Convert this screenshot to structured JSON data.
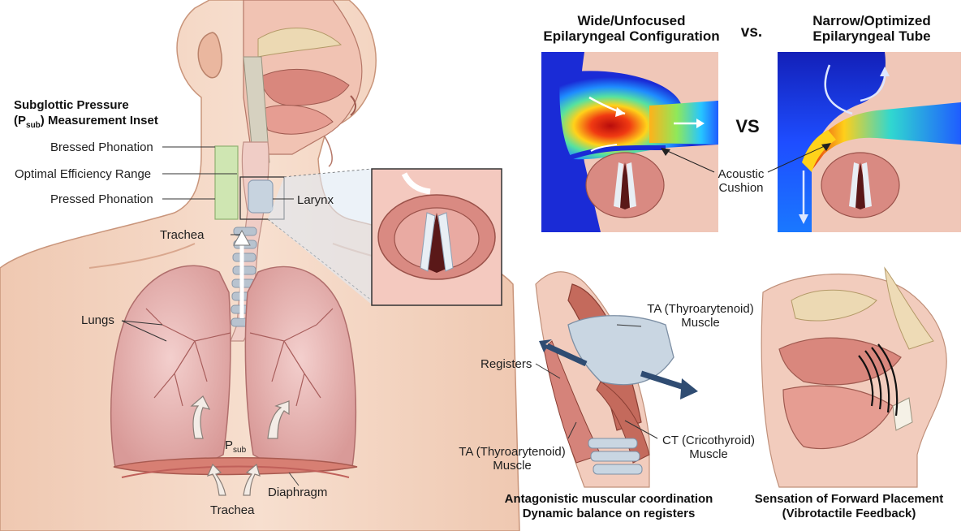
{
  "inset": {
    "title_line1": "Subglottic Pressure",
    "title_p": "P",
    "title_sub": "sub",
    "title_rest": "Measurement Inset",
    "levels": [
      "Bressed Phonation",
      "Optimal Efficiency Range",
      "Pressed Phonation"
    ]
  },
  "anatomy": {
    "larynx": "Larynx",
    "trachea_top": "Trachea",
    "lungs": "Lungs",
    "psub_p": "P",
    "psub_sub": "sub",
    "diaphragm": "Diaphragm",
    "trachea_bottom": "Trachea"
  },
  "comparison": {
    "left_title_1": "Wide/Unfocused",
    "left_title_2": "Epilaryngeal Configuration",
    "vs_top": "vs.",
    "vs_mid": "VS",
    "right_title_1": "Narrow/Optimized",
    "right_title_2": "Epilaryngeal Tube",
    "acoustic_1": "Acoustic",
    "acoustic_2": "Cushion"
  },
  "muscles": {
    "ta_top_1": "TA (Thyroarytenoid)",
    "ta_top_2": "Muscle",
    "registers": "Registers",
    "ta_bottom_1": "TA (Thyroarytenoid)",
    "ta_bottom_2": "Muscle",
    "ct_1": "CT (Cricothyroid)",
    "ct_2": "Muscle",
    "caption_1": "Antagonistic muscular coordination",
    "caption_2": "Dynamic balance on registers"
  },
  "placement": {
    "caption_1": "Sensation of Forward Placement",
    "caption_2": "(Vibrotactile Feedback)"
  },
  "colors": {
    "skin": "#f4d7c4",
    "tissue": "#e3a6a0",
    "lung": "#e9b8b6",
    "cartilage": "#c7d3df",
    "inset_green": "#cfe6b2",
    "flow_blue": "#1a2bd6",
    "flow_red": "#c81616"
  }
}
